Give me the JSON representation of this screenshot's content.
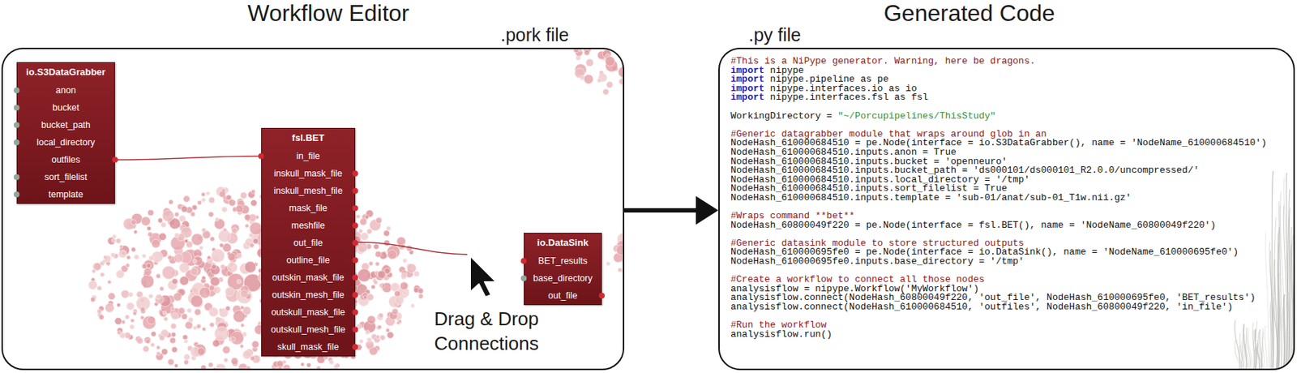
{
  "diagram": {
    "nodes": [
      {
        "text": [
          "Workflow Editor",
          ".pork file"
        ]
      },
      {
        "text": [
          "io.S3DataGrabber",
          "anon",
          "bucket",
          "bucket_path",
          "local_directory",
          "outfiles",
          "sort_filelist",
          "template"
        ],
        "in": 0
      },
      {
        "text": [
          "fsl.BET",
          "in_file",
          "inskull_mask_file",
          "inskull_mesh_file",
          "mask_file",
          "meshfile",
          "out_file",
          "outline_file",
          "outskin_mask_file",
          "outskin_mesh_file",
          "outskull_mask_file",
          "outskull_mesh_file",
          "skull_mask_file"
        ],
        "in": 0
      },
      {
        "text": [
          "io.DataSink",
          "BET_results",
          "base_directory",
          "out_file"
        ],
        "in": 0
      },
      {
        "text": [
          "Generated Code",
          ".py file",
          "#This is a NiPype generator. Warning, here be dragons.",
          "import nipype",
          "import nipype.pipeline as pe",
          "import nipype.interfaces.io as io",
          "import nipype.interfaces.fsl as fsl",
          "WorkingDirectory = \"~/Porcupipelines/ThisStudy\"",
          "#Generic datagrabber module that wraps around glob in an",
          "NodeHash_610000684510 = pe.Node(interface = io.S3DataGrabber(), name = 'NodeName_610000684510')",
          "NodeHash_610000684510.inputs.anon = True",
          "NodeHash_610000684510.inputs.bucket = 'openneuro'",
          "NodeHash_610000684510.inputs.bucket_path = 'ds000101/ds000101_R2.0.0/uncompressed/'",
          "NodeHash_610000684510.inputs.local_directory = '/tmp'",
          "NodeHash_610000684510.inputs.sort_filelist = True",
          "NodeHash_610000684510.inputs.template = 'sub-01/anat/sub-01_T1w.nii.gz'",
          "#Wraps command **bet**",
          "NodeHash_60800049f220 = pe.Node(interface = fsl.BET(), name = 'NodeName_60800049f220')",
          "#Generic datasink module to store structured outputs",
          "NodeHash_610000695fe0 = pe.Node(interface = io.DataSink(), name = 'NodeName_610000695fe0')",
          "NodeHash_610000695fe0.inputs.base_directory = '/tmp'",
          "#Create a workflow to connect all those nodes",
          "analysisflow = nipype.Workflow('MyWorkflow')",
          "analysisflow.connect(NodeHash_60800049f220, 'out_file', NodeHash_610000695fe0, 'BET_results')",
          "analysisflow.connect(NodeHash_610000684510, 'outfiles', NodeHash_60800049f220, 'in_file')",
          "#Run the workflow",
          "analysisflow.run()"
        ]
      }
    ],
    "edges": [
      {
        "from": 1,
        "to": 2,
        "arrow": "none"
      },
      {
        "from": 0,
        "to": 4,
        "arrow": "to"
      }
    ],
    "labels": [
      "Drag & Drop Connections"
    ]
  }
}
